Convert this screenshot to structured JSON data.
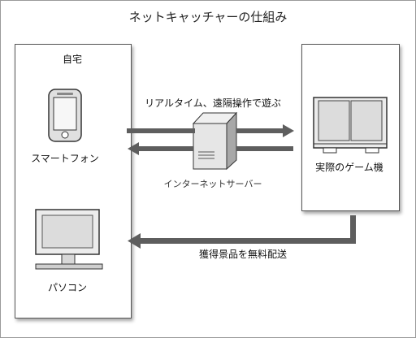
{
  "diagram": {
    "title": "ネットキャッチャーの仕組み",
    "home_panel_label": "自宅",
    "smartphone_label": "スマートフォン",
    "pc_label": "パソコン",
    "server_label": "インターネットサーバー",
    "realtime_label": "リアルタイム、遠隔操作で遊ぶ",
    "game_label": "実際のゲーム機",
    "delivery_label": "獲得景品を無料配送"
  },
  "colors": {
    "arrow": "#5e5e5e",
    "panel_border": "#555555",
    "device_fill": "#e3e3e3",
    "screen_fill": "#dddddd"
  }
}
